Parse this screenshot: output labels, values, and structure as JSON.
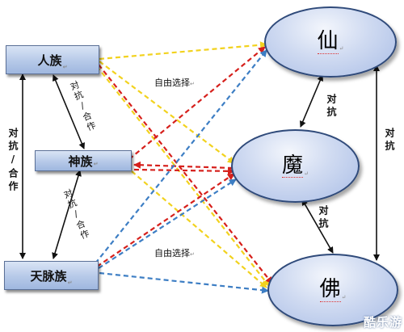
{
  "tribes": {
    "human": "人族",
    "god": "神族",
    "tianmai": "天脉族"
  },
  "realms": {
    "immortal": "仙",
    "demon": "魔",
    "buddha": "佛"
  },
  "labels": {
    "confront_cooperate": "对抗/合作",
    "confront": "对抗",
    "free_choice_top": "自由选择",
    "free_choice_bottom": "自由选择"
  },
  "paragraph_mark": "↵",
  "watermark": "酷乐游",
  "colors": {
    "yellow_dash": "#f2d21e",
    "red_dash": "#d6201c",
    "blue_dash": "#3d7ec4",
    "black_arrow": "#111111"
  }
}
